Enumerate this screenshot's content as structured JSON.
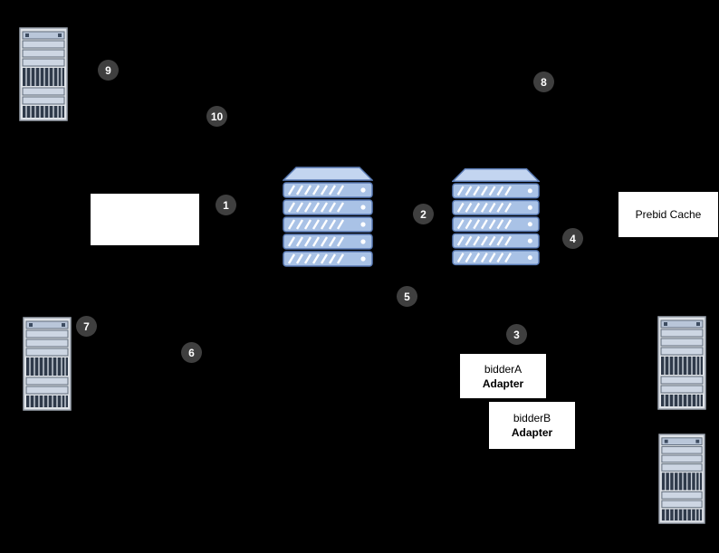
{
  "diagram": {
    "badges": {
      "b1": "1",
      "b2": "2",
      "b3": "3",
      "b4": "4",
      "b5": "5",
      "b6": "6",
      "b7": "7",
      "b8": "8",
      "b9": "9",
      "b10": "10"
    },
    "boxes": {
      "blank": {
        "label": ""
      },
      "prebid_cache": {
        "label": "Prebid Cache"
      },
      "bidder_a": {
        "name": "bidderA",
        "type": "Adapter"
      },
      "bidder_b": {
        "name": "bidderB",
        "type": "Adapter"
      }
    },
    "icons": {
      "server_stack": "server-stack-icon",
      "server_rack": "server-rack-icon"
    },
    "colors": {
      "background": "#000000",
      "badge_bg": "#3f3f3f",
      "badge_text": "#ffffff",
      "stack_fill": "#a9c2e6",
      "stack_stroke": "#5a7bb5",
      "rack_fill": "#dfe3e8",
      "vent_fill": "#2f3a4a",
      "box_bg": "#ffffff",
      "box_text": "#000000"
    }
  }
}
